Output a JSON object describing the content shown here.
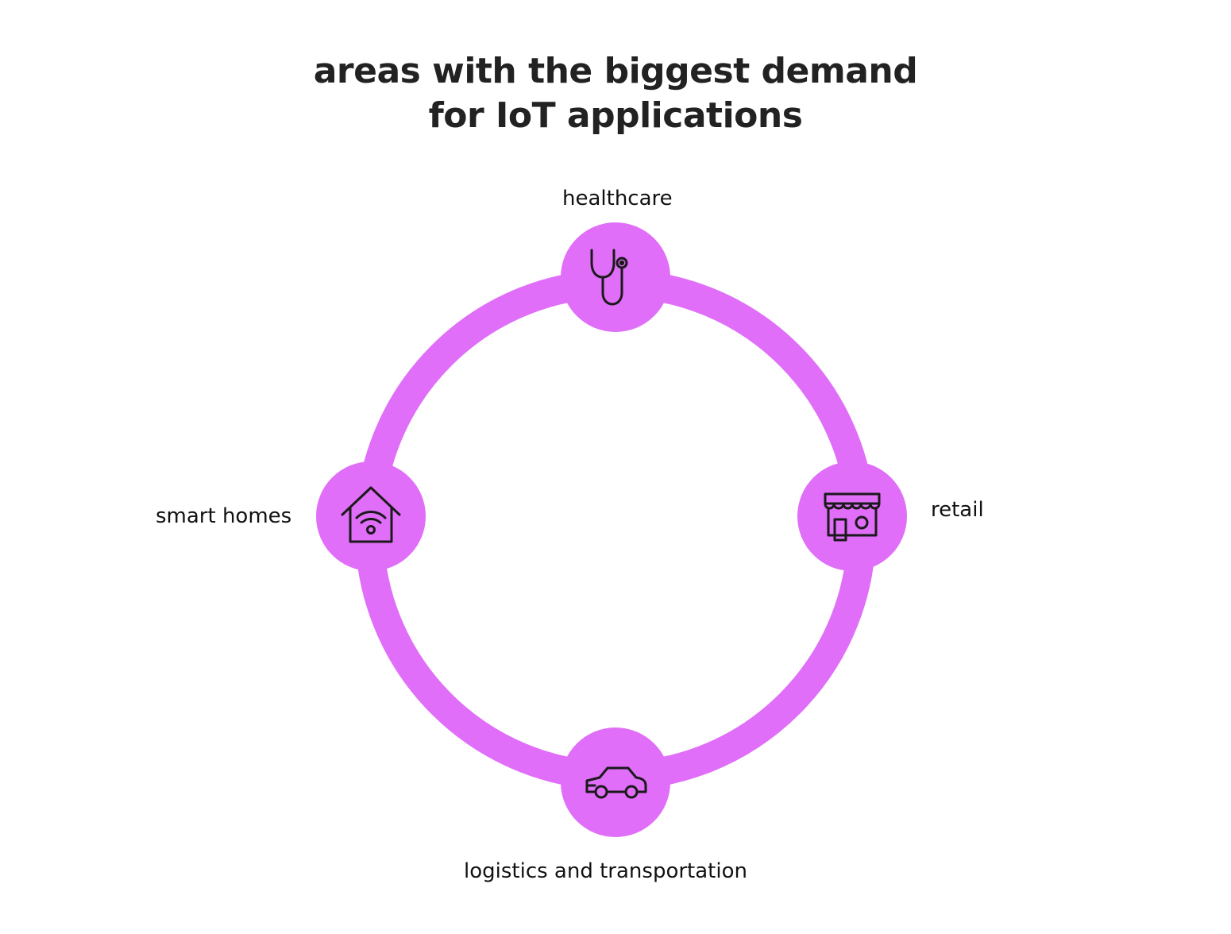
{
  "title": {
    "line1": "areas with the biggest demand",
    "line2": "for IoT applications"
  },
  "accent_color": "#e06ef8",
  "nodes": [
    {
      "label": "healthcare",
      "icon": "stethoscope-icon"
    },
    {
      "label": "retail",
      "icon": "storefront-icon"
    },
    {
      "label": "logistics and transportation",
      "icon": "car-icon"
    },
    {
      "label": "smart homes",
      "icon": "smart-home-icon"
    }
  ]
}
